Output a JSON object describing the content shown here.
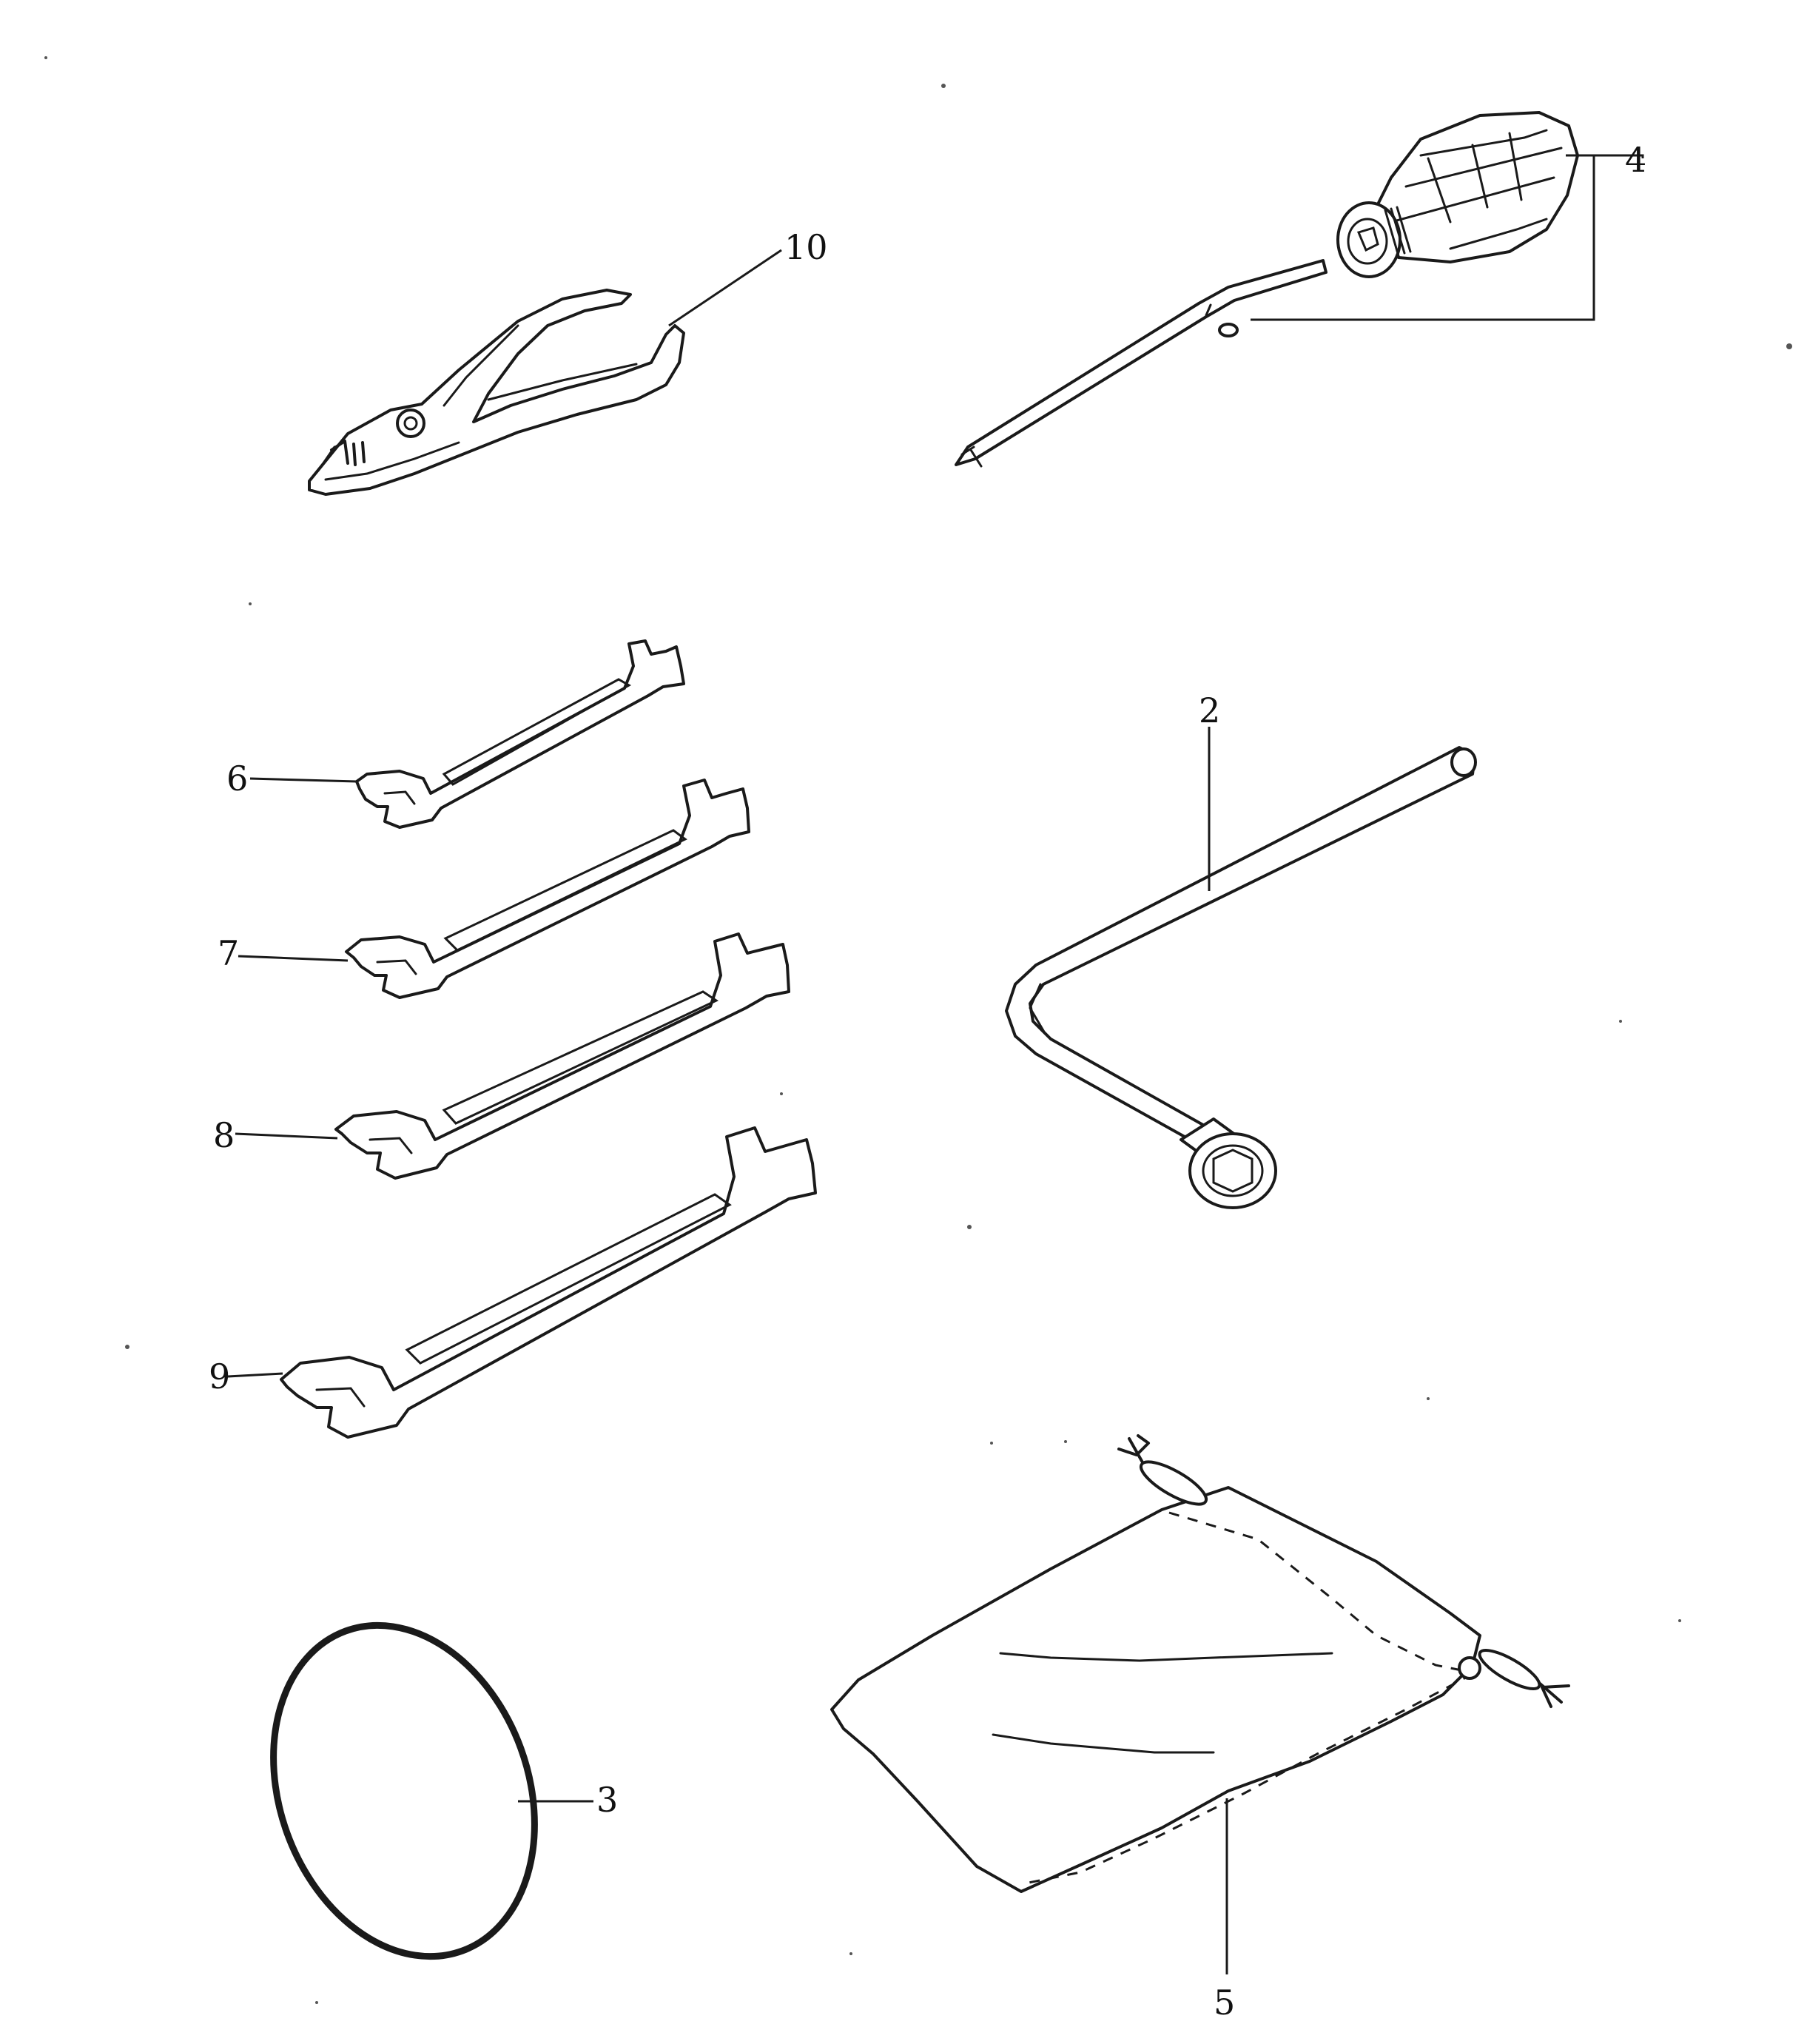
{
  "callouts": [
    {
      "id": "pliers",
      "text": "10"
    },
    {
      "id": "screwdriver",
      "text": "4"
    },
    {
      "id": "wrench-6",
      "text": "6"
    },
    {
      "id": "wrench-7",
      "text": "7"
    },
    {
      "id": "wrench-8",
      "text": "8"
    },
    {
      "id": "wrench-9",
      "text": "9"
    },
    {
      "id": "socket-wrench",
      "text": "2"
    },
    {
      "id": "o-ring",
      "text": "3"
    },
    {
      "id": "tool-bag",
      "text": "5"
    }
  ],
  "colors": {
    "ink": "#1a1a1a",
    "paper": "#ffffff"
  }
}
